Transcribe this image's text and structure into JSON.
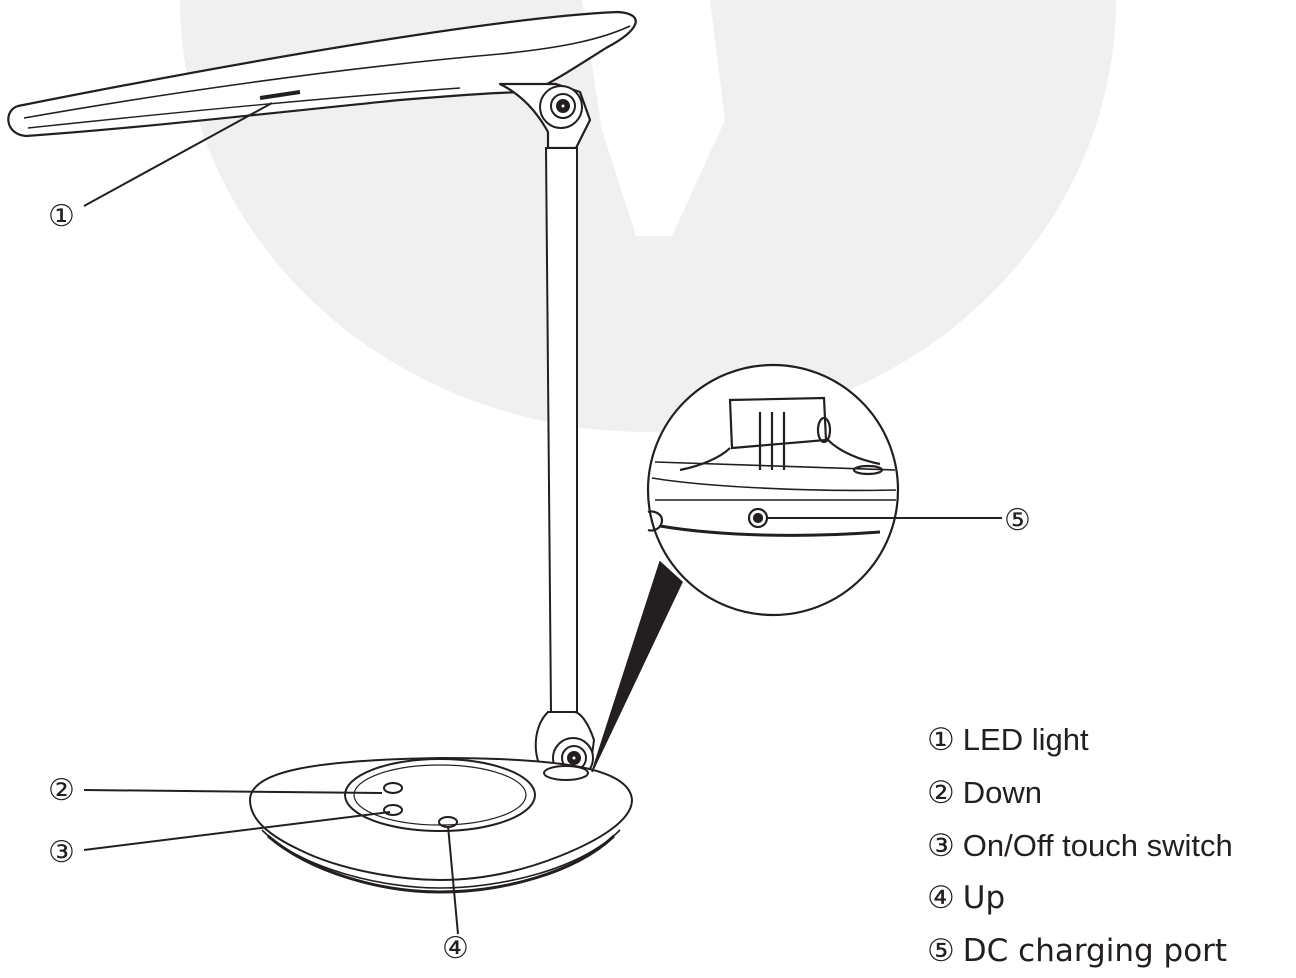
{
  "markers": [
    "①",
    "②",
    "③",
    "④",
    "⑤"
  ],
  "legend": [
    {
      "marker": "①",
      "label": "LED light"
    },
    {
      "marker": "②",
      "label": "Down"
    },
    {
      "marker": "③",
      "label": "On/Off touch switch"
    },
    {
      "marker": "④",
      "label": "Up"
    },
    {
      "marker": "⑤",
      "label": "DC charging port"
    }
  ],
  "colors": {
    "line": "#231f20",
    "watermark": "#f0f0f0",
    "background": "#ffffff"
  }
}
